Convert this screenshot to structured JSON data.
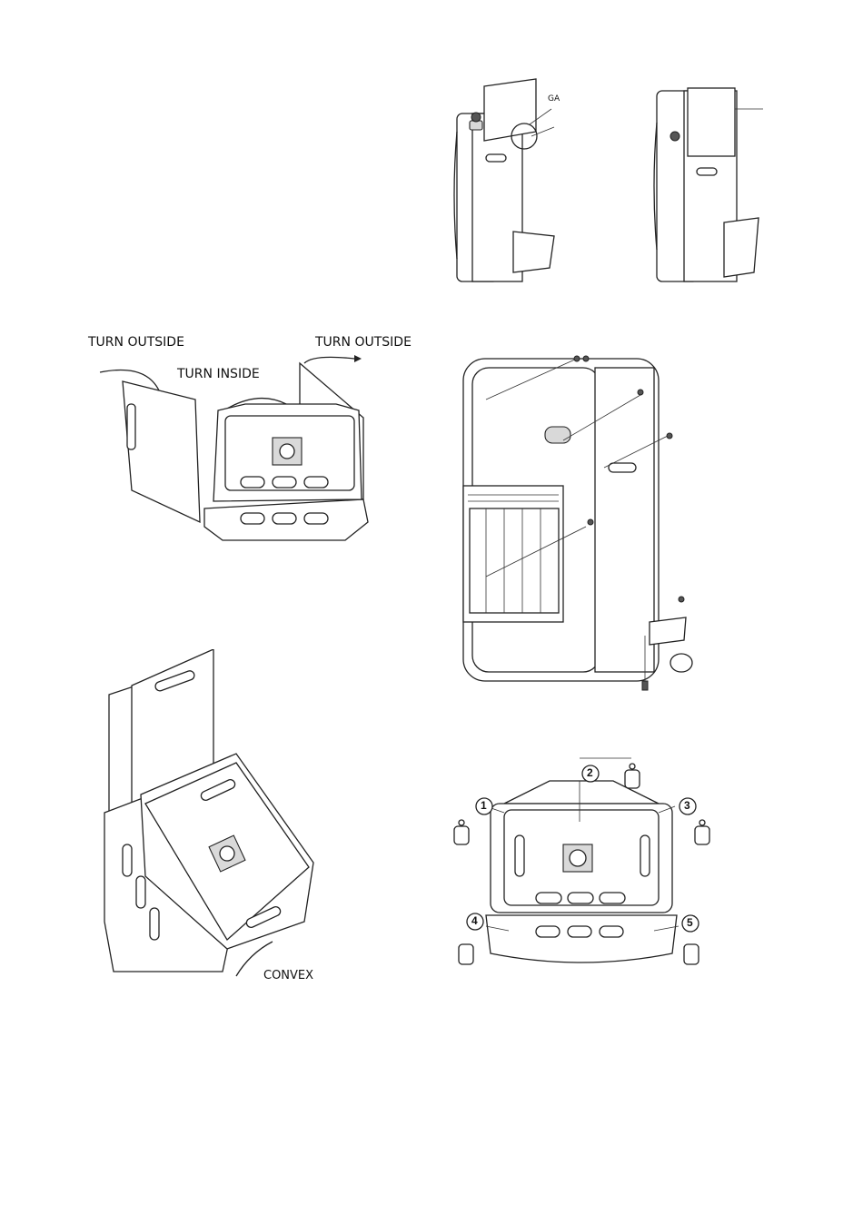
{
  "figure_top_left": {
    "label_gas": "GA"
  },
  "figure_mid_left": {
    "label_turn_outside_left": "TURN OUTSIDE",
    "label_turn_outside_right": "TURN OUTSIDE",
    "label_turn_inside": "TURN INSIDE"
  },
  "figure_bottom_left": {
    "label_convex": "CONVEX"
  },
  "figure_bottom_right": {
    "wheel_numbers": [
      "1",
      "2",
      "3",
      "4",
      "5"
    ]
  },
  "colors": {
    "line": "#222222",
    "background": "#ffffff"
  }
}
